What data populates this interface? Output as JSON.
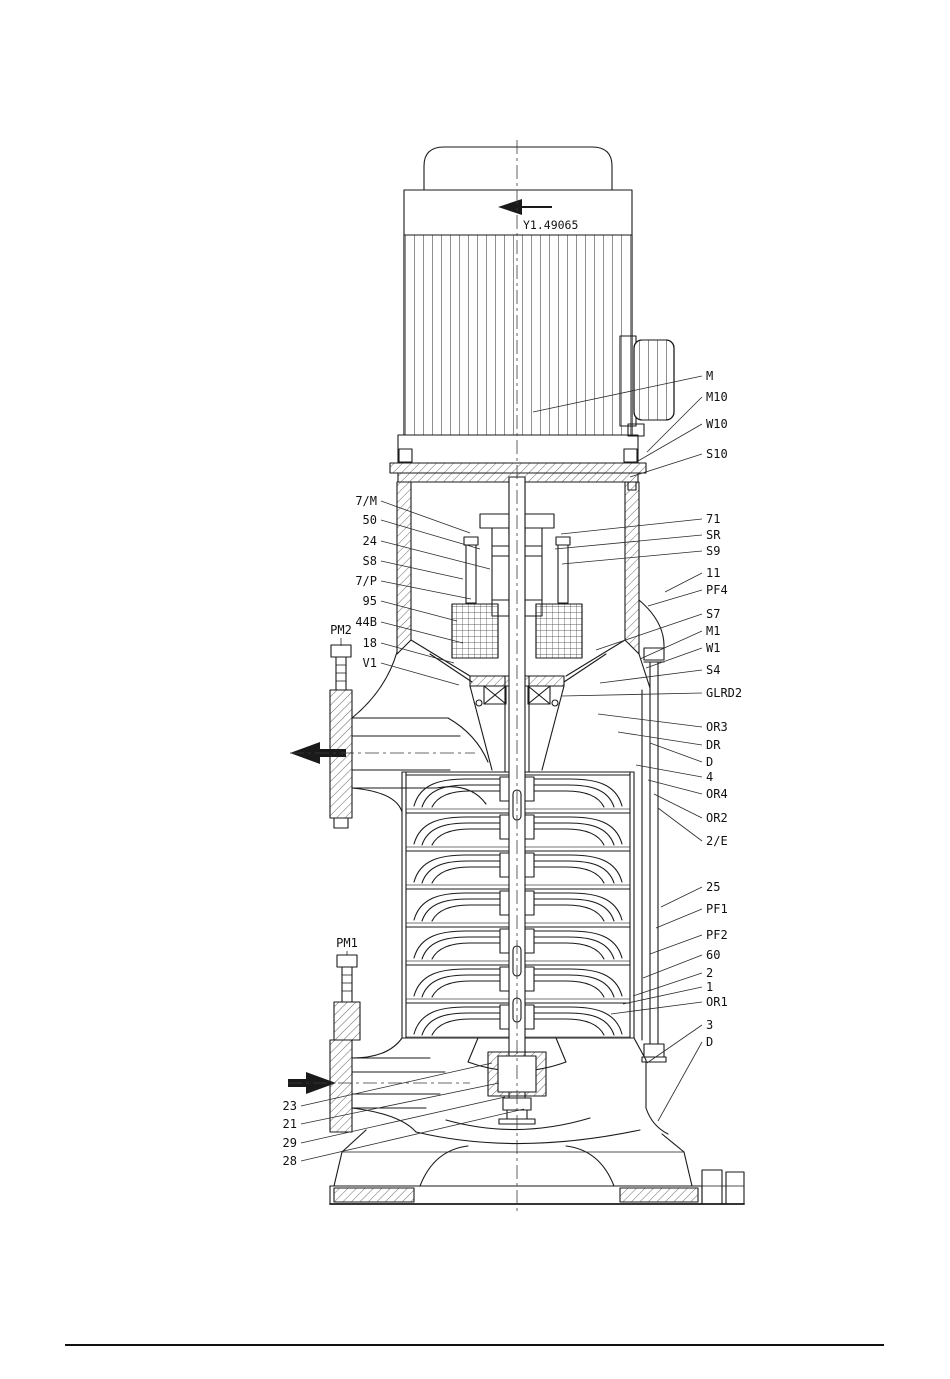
{
  "page": {
    "background": "#ffffff",
    "ink": "#1a1a1a"
  },
  "drawing": {
    "ref_number": "Y1.49065",
    "labels": {
      "right": [
        "M",
        "M10",
        "W10",
        "S10",
        "71",
        "SR",
        "S9",
        "11",
        "PF4",
        "S7",
        "M1",
        "W1",
        "S4",
        "GLRD2",
        "OR3",
        "DR",
        "D",
        "4",
        "OR4",
        "OR2",
        "2/E",
        "25",
        "PF1",
        "PF2",
        "60",
        "2",
        "1",
        "OR1",
        "3",
        "D"
      ],
      "left": [
        "7/M",
        "50",
        "24",
        "S8",
        "7/P",
        "95",
        "44B",
        "18",
        "V1"
      ],
      "ports": {
        "pm2": "PM2",
        "pm1": "PM1"
      },
      "bottom_left": [
        "23",
        "21",
        "29",
        "28"
      ]
    },
    "icons": {
      "rotation_ref_arrow": "left-arrow",
      "discharge_flow_arrow": "left-arrow",
      "suction_flow_arrow": "right-arrow"
    }
  }
}
